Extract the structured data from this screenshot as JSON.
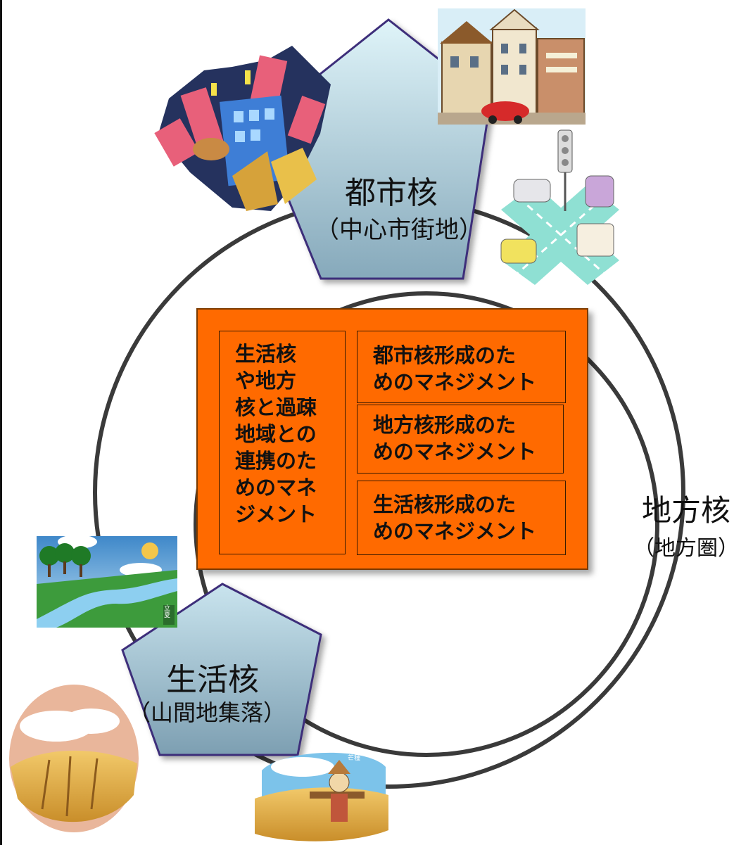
{
  "urban_core": {
    "name": "都市核",
    "sub": "（中心市街地）"
  },
  "regional_core": {
    "name": "地方核",
    "sub": "（地方圏）"
  },
  "life_core": {
    "name": "生活核",
    "sub": "（山間地集落）"
  },
  "management": {
    "cooperation": "生活核\nや地方\n核と過疎\n地域との\n連携のた\nめのマネ\nジメント",
    "urban": "都市核形成のた\nめのマネジメント",
    "regional": "地方核形成のた\nめのマネジメント",
    "life": "生活核形成のた\nめのマネジメント"
  },
  "illustrations": {
    "field_tag": "立夏",
    "harvest_tag": "芒種"
  },
  "colors": {
    "pentagon_fill_top": "#d8f1f7",
    "pentagon_fill_bottom": "#8fb3c4",
    "pentagon_stroke": "#3e2f7a",
    "panel": "#ff6a00",
    "circle": "#3a3a3a"
  }
}
